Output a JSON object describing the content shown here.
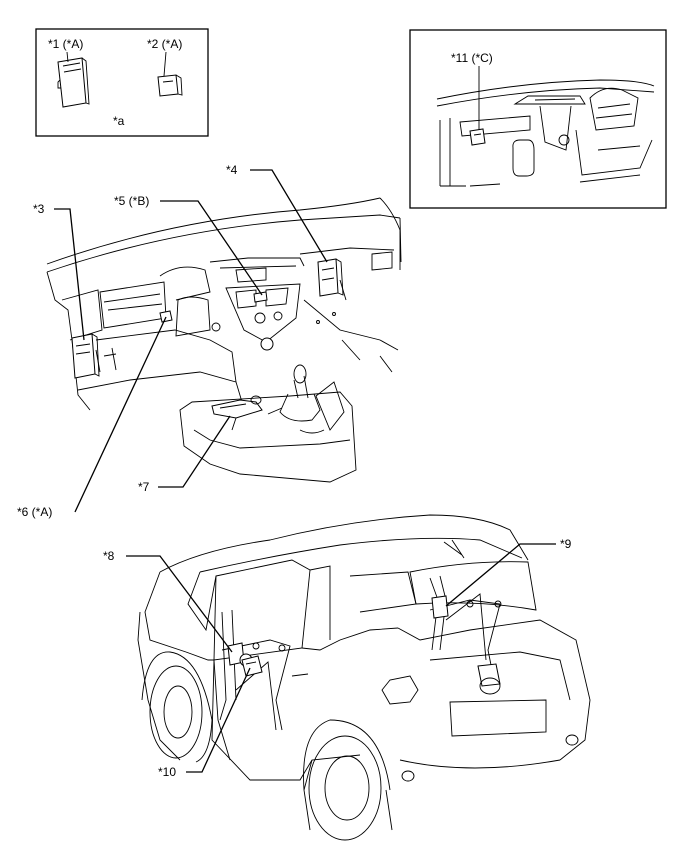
{
  "callouts": {
    "c1": "*1 (*A)",
    "c2": "*2 (*A)",
    "ca": "*a",
    "c3": "*3",
    "c4": "*4",
    "c5": "*5 (*B)",
    "c6": "*6 (*A)",
    "c7": "*7",
    "c8": "*8",
    "c9": "*9",
    "c10": "*10",
    "c11": "*11 (*C)"
  }
}
